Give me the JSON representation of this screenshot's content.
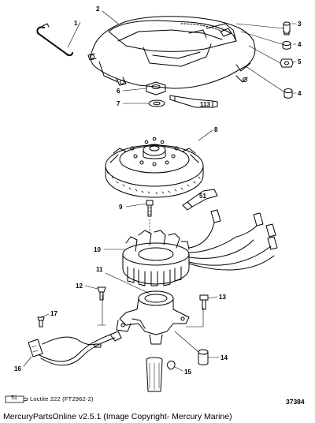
{
  "callouts": {
    "c1": "1",
    "c2": "2",
    "c3": "3",
    "c4a": "4",
    "c5": "5",
    "c4b": "4",
    "c6": "6",
    "c7": "7",
    "c8": "8",
    "c9": "9",
    "c10": "10",
    "c11": "11",
    "c12": "12",
    "c13": "13",
    "c14": "14",
    "c15": "15",
    "c16": "16",
    "c17": "17"
  },
  "tube_labels": {
    "t113": "113",
    "t51": "51"
  },
  "legend": {
    "icon_number": "51",
    "text": "Loctite 222  (FT2962-2)"
  },
  "figure_number": "37384",
  "footer": "MercuryPartsOnline v2.5.1 (Image Copyright- Mercury Marine)"
}
